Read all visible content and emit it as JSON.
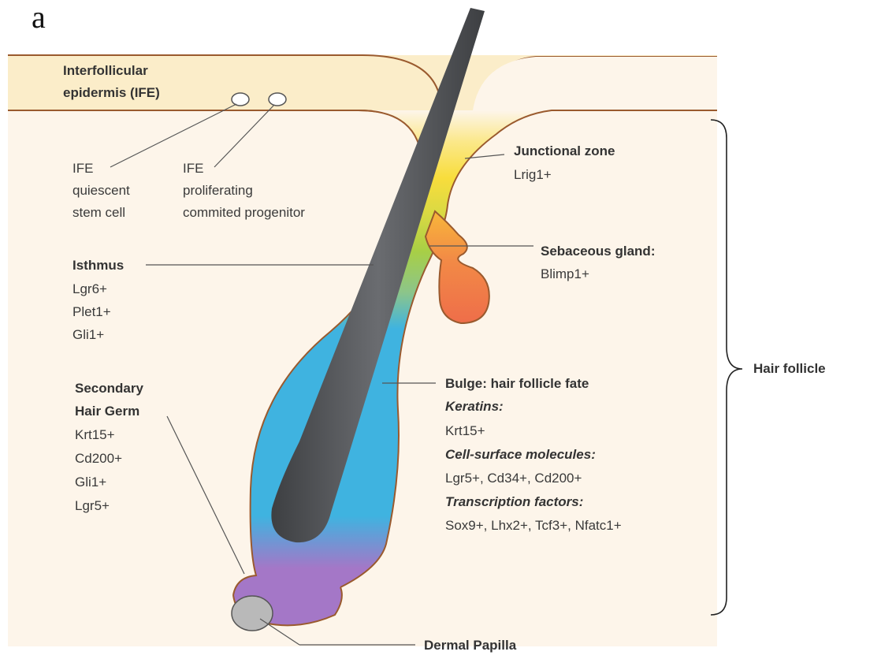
{
  "panel_letter": "a",
  "labels": {
    "ife_line1": "Interfollicular",
    "ife_line2": "epidermis (IFE)",
    "ife_quiescent_1": "IFE",
    "ife_quiescent_2": "quiescent",
    "ife_quiescent_3": "stem cell",
    "ife_prolif_1": "IFE",
    "ife_prolif_2": "proliferating",
    "ife_prolif_3": "commited progenitor",
    "junctional_title": "Junctional zone",
    "junctional_marker": "Lrig1+",
    "sebaceous_title": "Sebaceous gland:",
    "sebaceous_marker": "Blimp1+",
    "isthmus_title": "Isthmus",
    "isthmus_markers": [
      "Lgr6+",
      "Plet1+",
      "Gli1+"
    ],
    "shg_title_1": "Secondary",
    "shg_title_2": "Hair Germ",
    "shg_markers": [
      "Krt15+",
      "Cd200+",
      "Gli1+",
      "Lgr5+"
    ],
    "bulge_title": "Bulge: hair follicle fate",
    "bulge_keratins": "Keratins:",
    "bulge_keratins_val": "Krt15+",
    "bulge_surface": "Cell-surface molecules:",
    "bulge_surface_val": "Lgr5+, Cd34+, Cd200+",
    "bulge_tf": "Transcription factors:",
    "bulge_tf_val": "Sox9+, Lhx2+, Tcf3+, Nfatc1+",
    "hair_follicle": "Hair follicle",
    "dermal_papilla": "Dermal Papilla"
  },
  "colors": {
    "epidermis": "#fbedc9",
    "dermis": "#fdf5ea",
    "outline": "#9a5a2e",
    "hair_shaft": "#555759",
    "junctional": "#f7e447",
    "sebaceous": "#f07a4a",
    "isthmus": "#a8cf45",
    "bulge": "#3fb3e0",
    "hair_germ": "#a477c7",
    "dermal_papilla": "#b9b9b9"
  }
}
